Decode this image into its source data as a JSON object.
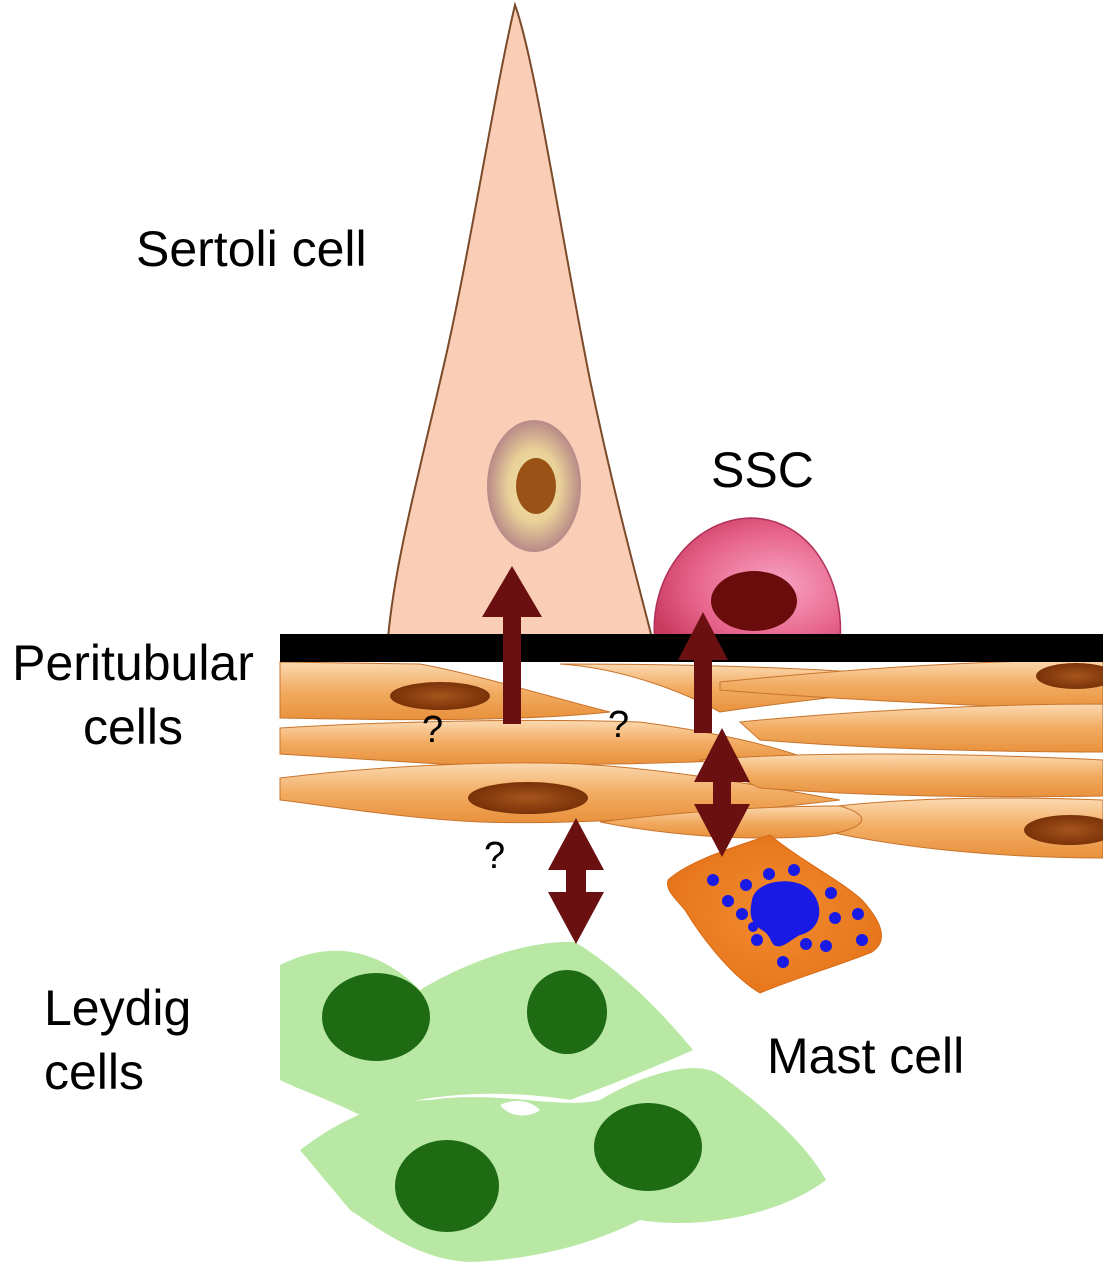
{
  "labels": {
    "sertoli": "Sertoli cell",
    "ssc": "SSC",
    "peritubular_line1": "Peritubular",
    "peritubular_line2": "cells",
    "leydig_line1": "Leydig",
    "leydig_line2": "cells",
    "mast": "Mast cell"
  },
  "question_marks": [
    "?",
    "?",
    "?"
  ],
  "colors": {
    "sertoli_fill": "#f9cdb6",
    "sertoli_outline": "#7a4a2a",
    "ssc_fill": "#e0527a",
    "basement_membrane": "#000000",
    "peritubular_fill": "#f0a85e",
    "peritubular_nucleus": "#8a3c0c",
    "arrow": "#6b1010",
    "leydig_fill": "#b9e8a4",
    "leydig_nucleus": "#1e6b14",
    "mast_fill": "#f07d22",
    "mast_granule": "#1a1ae6"
  }
}
